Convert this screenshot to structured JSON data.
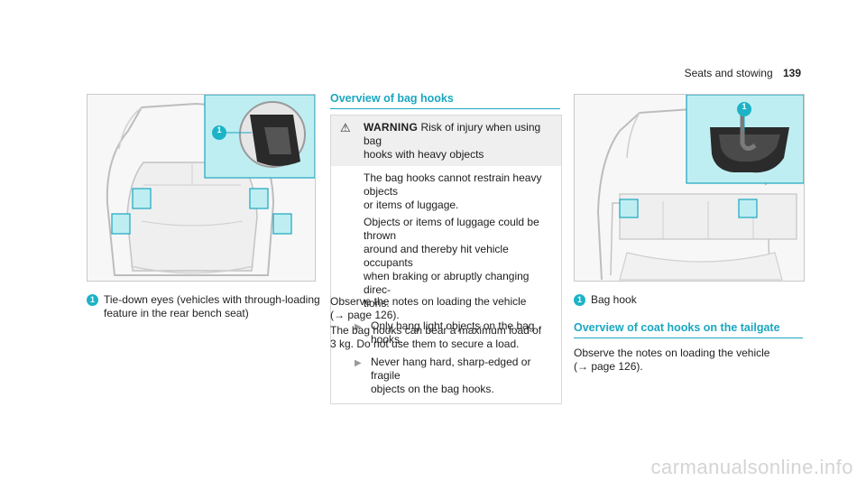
{
  "header": {
    "section": "Seats and stowing",
    "page": "139"
  },
  "figure_left": {
    "callout": "1"
  },
  "caption_left": {
    "number": "1",
    "text_line1": "Tie-down eyes (vehicles with through-loading",
    "text_line2": "feature in the rear bench seat)"
  },
  "section_bag_hooks": {
    "title": "Overview of bag hooks"
  },
  "warning": {
    "label": "WARNING",
    "title_line1": "Risk of injury when using bag",
    "title_line2": "hooks with heavy objects",
    "para1_line1": "The bag hooks cannot restrain heavy objects",
    "para1_line2": "or items of luggage.",
    "para2_line1": "Objects or items of luggage could be thrown",
    "para2_line2": "around and thereby hit vehicle occupants",
    "para2_line3": "when braking or abruptly changing direc-",
    "para2_line4": "tions.",
    "bullet1_line1": "Only hang light objects on the bag",
    "bullet1_line2": "hooks.",
    "bullet2_line1": "Never hang hard, sharp-edged or fragile",
    "bullet2_line2": "objects on the bag hooks."
  },
  "middle_text": {
    "line1": "Observe the notes on loading the vehicle",
    "line2": "(→ page 126).",
    "line3": "The bag hooks can bear a maximum load of",
    "line4": "3 kg. Do not use them to secure a load."
  },
  "figure_right": {
    "callout": "1"
  },
  "caption_right": {
    "number": "1",
    "text": "Bag hook"
  },
  "section_coat_hooks": {
    "title": "Overview of coat hooks on the tailgate"
  },
  "right_text": {
    "line1": "Observe the notes on loading the vehicle",
    "line2": "(→ page 126)."
  },
  "watermark": "carmanualsonline.info",
  "colors": {
    "accent": "#1aa7c0",
    "highlight_fill": "#bfeef2",
    "badge": "#1db3c6"
  }
}
